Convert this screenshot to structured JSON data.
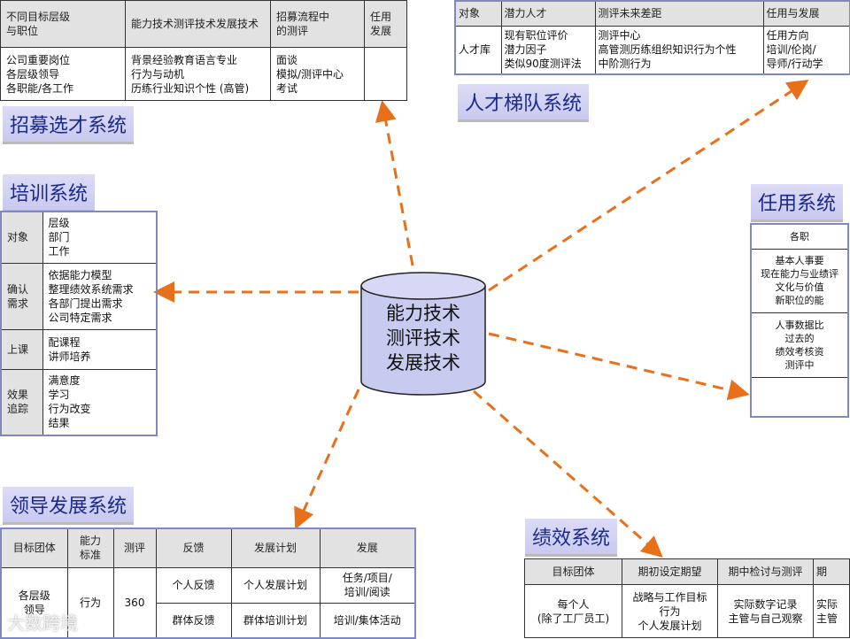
{
  "center": {
    "lines": [
      "能力技术",
      "测评技术",
      "发展技术"
    ]
  },
  "recruit": {
    "title": "招募选才系统",
    "headers": [
      "不同目标层级\n与职位",
      "能力技术测评技术发展技术",
      "招募流程中\n的测评",
      "任用\n发展"
    ],
    "row": [
      "公司重要岗位\n各层级领导\n各职能/各工作",
      "背景经验教育语言专业\n行为与动机\n历练行业知识个性 (高管)",
      "面谈\n模拟/测评中心\n考试",
      ""
    ]
  },
  "talent": {
    "title": "人才梯队系统",
    "headers": [
      "对象",
      "潜力人才",
      "测评未来差距",
      "任用与发展"
    ],
    "row": [
      "人才库",
      "现有职位评价\n潜力因子\n类似90度测评法",
      "测评中心\n高管测历练组织知识行为个性\n中阶测行为",
      "任用方向\n培训/伦岗/\n导师/行动学"
    ]
  },
  "training": {
    "title": "培训系统",
    "rows": [
      [
        "对象",
        "层级\n部门\n工作"
      ],
      [
        "确认\n需求",
        "依据能力模型\n整理绩效系统需求\n各部门提出需求\n公司特定需求"
      ],
      [
        "上课",
        "配课程\n讲师培养"
      ],
      [
        "效果\n追踪",
        "满意度\n学习\n行为改变\n结果"
      ]
    ]
  },
  "appoint": {
    "title": "任用系统",
    "rows": [
      "各职",
      "基本人事要\n现在能力与业绩评\n文化与价值\n新职位的能",
      "人事数据比\n过去的\n绩效考核资\n测评中",
      ""
    ]
  },
  "leadership": {
    "title": "领导发展系统",
    "headers": [
      "目标团体",
      "能力\n标准",
      "测评",
      "反馈",
      "发展计划",
      "发展"
    ],
    "group": "各层级\n领导",
    "standard": "行为",
    "assessment": "360",
    "rows": [
      [
        "个人反馈",
        "个人发展计划",
        "任务/项目/\n培训/阅读"
      ],
      [
        "群体反馈",
        "群体培训计划",
        "培训/集体活动"
      ]
    ]
  },
  "performance": {
    "title": "绩效系统",
    "headers": [
      "目标团体",
      "期初设定期望",
      "期中检讨与测评",
      "期"
    ],
    "row": [
      "每个人\n(除了工厂员工)",
      "战略与工作目标\n行为\n个人发展计划",
      "实际数字记录\n主管与自己观察",
      "实际\n主管"
    ]
  },
  "watermark": "大数跨境",
  "colors": {
    "arrow": "#e8701a",
    "title_text": "#1a2a8a",
    "cylinder": "#c8cbf0"
  }
}
